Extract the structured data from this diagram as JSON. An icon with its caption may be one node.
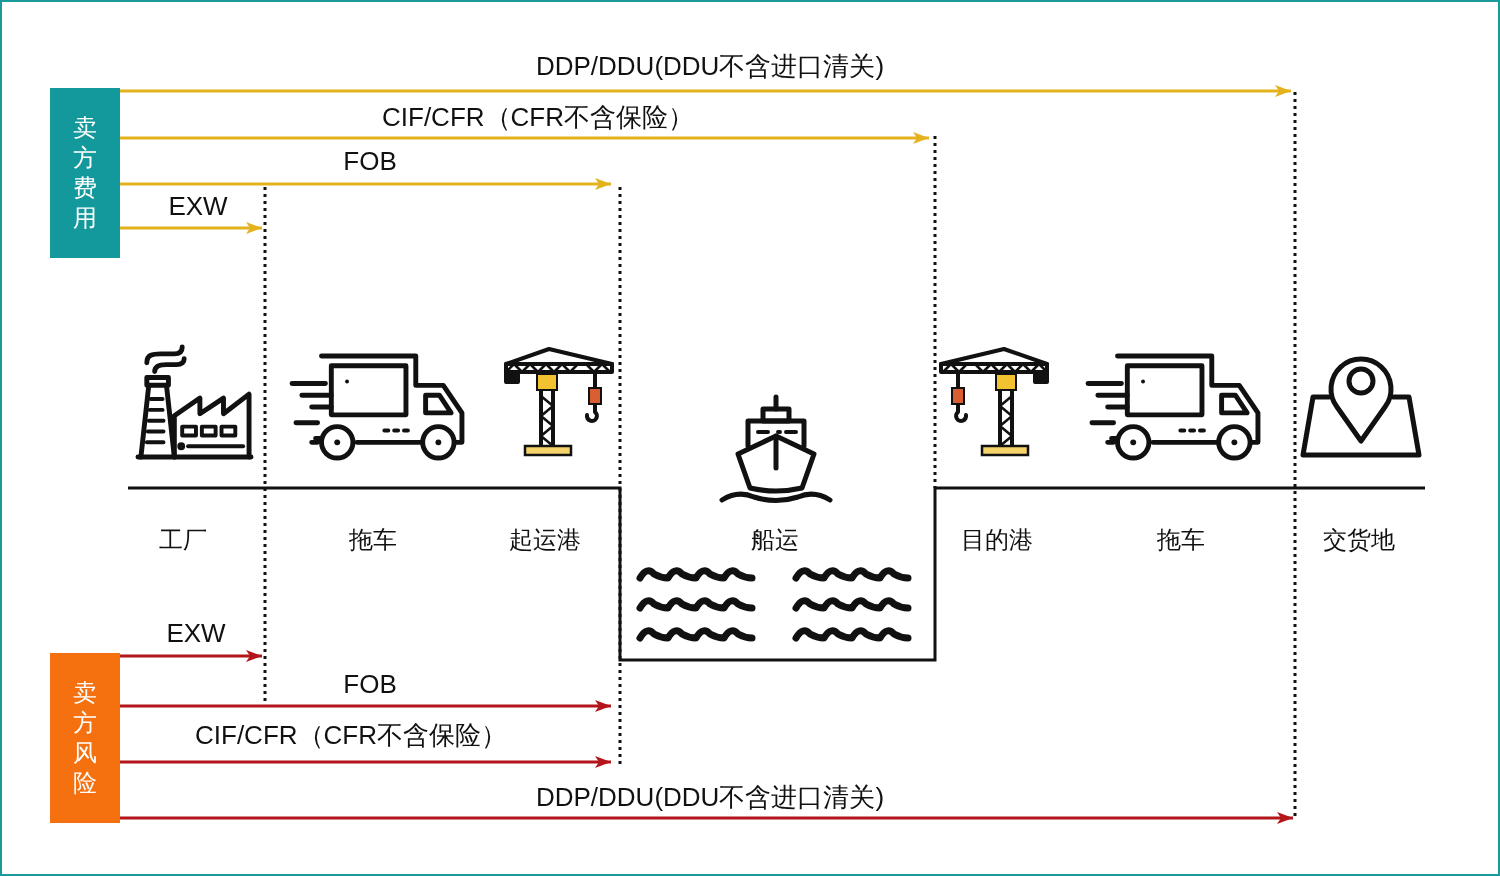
{
  "diagram": {
    "nodes": [
      {
        "text": [
          "卖方费用"
        ]
      },
      {
        "text": [
          "卖方风险"
        ]
      }
    ],
    "edges": [
      {
        "from": 0,
        "to": null,
        "arrow": "to",
        "label": "DDP/DDU(DDU不含进口清关)"
      },
      {
        "from": 0,
        "to": null,
        "arrow": "to",
        "label": "CIF/CFR（CFR不含保险）"
      },
      {
        "from": 0,
        "to": null,
        "arrow": "to",
        "label": "FOB"
      },
      {
        "from": 0,
        "to": null,
        "arrow": "to",
        "label": "EXW"
      },
      {
        "from": 1,
        "to": null,
        "arrow": "to",
        "label": "EXW",
        "color": "#b3151a"
      },
      {
        "from": 1,
        "to": null,
        "arrow": "to",
        "label": "FOB",
        "color": "#b3151a"
      },
      {
        "from": 1,
        "to": null,
        "arrow": "to",
        "label": "CIF/CFR（CFR不含保险）",
        "color": "#b3151a"
      },
      {
        "from": 1,
        "to": null,
        "arrow": "to",
        "label": "DDP/DDU(DDU不含进口清关)",
        "color": "#b3151a"
      }
    ],
    "labels": [
      "工厂",
      "拖车",
      "起运港",
      "船运",
      "目的港",
      "拖车",
      "交货地"
    ]
  }
}
